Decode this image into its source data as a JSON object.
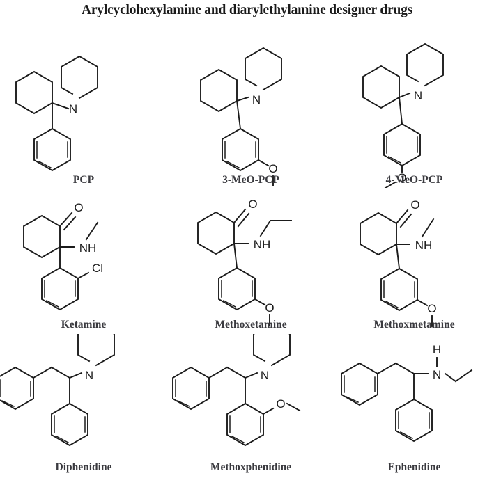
{
  "figure": {
    "title": "Arylcyclohexylamine and diarylethylamine designer drugs",
    "type": "chemical-structure-diagram",
    "rows": 3,
    "columns": 3,
    "background_color": "#ffffff",
    "line_color": "#1b1b1b",
    "label_color": "#3a3a3f"
  },
  "compounds": [
    {
      "id": "pcp",
      "label": "PCP",
      "class": "arylcyclohexylamine",
      "atom_labels": [
        "N"
      ],
      "rings": [
        "cyclohexane",
        "piperidine",
        "phenyl"
      ],
      "substituent": "none"
    },
    {
      "id": "3-meo-pcp",
      "label": "3-MeO-PCP",
      "class": "arylcyclohexylamine",
      "atom_labels": [
        "N",
        "O"
      ],
      "rings": [
        "cyclohexane",
        "piperidine",
        "phenyl"
      ],
      "substituent": "3-methoxy"
    },
    {
      "id": "4-meo-pcp",
      "label": "4-MeO-PCP",
      "class": "arylcyclohexylamine",
      "atom_labels": [
        "N",
        "O"
      ],
      "rings": [
        "cyclohexane",
        "piperidine",
        "phenyl"
      ],
      "substituent": "4-methoxy"
    },
    {
      "id": "ketamine",
      "label": "Ketamine",
      "class": "arylcyclohexylamine",
      "atom_labels": [
        "O",
        "NH",
        "Cl"
      ],
      "rings": [
        "cyclohexanone",
        "phenyl"
      ],
      "substituent": "2-chloro, N-methyl"
    },
    {
      "id": "methoxetamine",
      "label": "Methoxetamine",
      "class": "arylcyclohexylamine",
      "atom_labels": [
        "O",
        "NH",
        "O"
      ],
      "rings": [
        "cyclohexanone",
        "phenyl"
      ],
      "substituent": "3-methoxy, N-ethyl"
    },
    {
      "id": "methoxmetamine",
      "label": "Methoxmetamine",
      "class": "arylcyclohexylamine",
      "atom_labels": [
        "O",
        "NH",
        "O"
      ],
      "rings": [
        "cyclohexanone",
        "phenyl"
      ],
      "substituent": "3-methoxy, N-methyl"
    },
    {
      "id": "diphenidine",
      "label": "Diphenidine",
      "class": "diarylethylamine",
      "atom_labels": [
        "N"
      ],
      "rings": [
        "phenyl",
        "phenyl",
        "piperidine"
      ],
      "substituent": "none"
    },
    {
      "id": "methoxphenidine",
      "label": "Methoxphenidine",
      "class": "diarylethylamine",
      "atom_labels": [
        "N",
        "O"
      ],
      "rings": [
        "phenyl",
        "phenyl",
        "piperidine"
      ],
      "substituent": "2-methoxy"
    },
    {
      "id": "ephenidine",
      "label": "Ephenidine",
      "class": "diarylethylamine",
      "atom_labels": [
        "H",
        "N"
      ],
      "rings": [
        "phenyl",
        "phenyl"
      ],
      "substituent": "N-ethyl"
    }
  ],
  "atom_text": {
    "nitrogen": "N",
    "oxygen": "O",
    "amine": "NH",
    "hydrogen": "H",
    "chlorine": "Cl"
  }
}
